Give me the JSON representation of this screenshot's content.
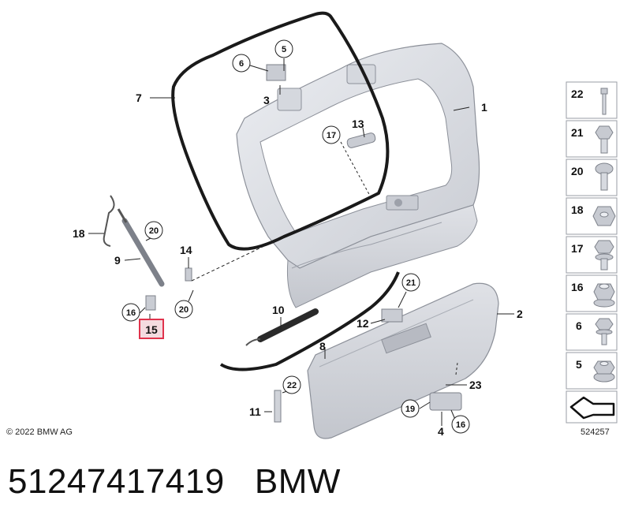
{
  "copyright": "© 2022 BMW AG",
  "diagram_id": "524257",
  "part_number": "51247417419",
  "brand": "BMW",
  "callouts": [
    "1",
    "2",
    "3",
    "4",
    "5",
    "6",
    "7",
    "8",
    "9",
    "10",
    "11",
    "12",
    "13",
    "14",
    "15",
    "16",
    "16",
    "17",
    "18",
    "19",
    "20",
    "20",
    "21",
    "22",
    "23"
  ],
  "highlighted_callout": "15",
  "highlight_color": "#e0334c",
  "fastener_panel": [
    {
      "number": "22",
      "icon": "long-bolt-icon"
    },
    {
      "number": "21",
      "icon": "hex-flange-bolt-icon"
    },
    {
      "number": "20",
      "icon": "torx-screw-icon"
    },
    {
      "number": "18",
      "icon": "nut-icon"
    },
    {
      "number": "17",
      "icon": "hex-bolt-icon"
    },
    {
      "number": "16",
      "icon": "flange-nut-icon"
    },
    {
      "number": "6",
      "icon": "short-bolt-icon"
    },
    {
      "number": "5",
      "icon": "square-nut-icon"
    }
  ]
}
